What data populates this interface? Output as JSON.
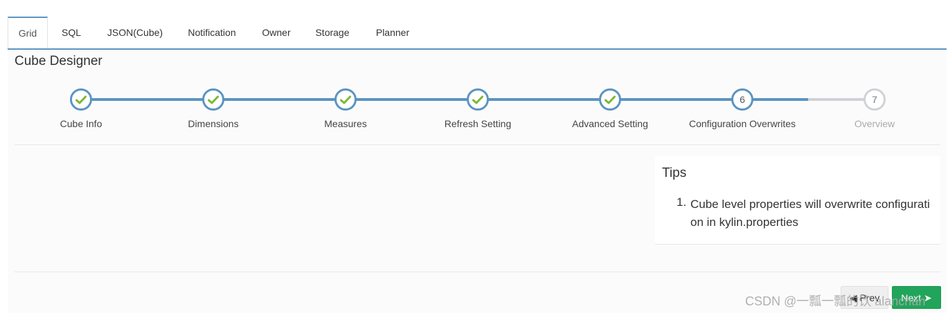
{
  "tabs": [
    {
      "label": "Grid",
      "active": true
    },
    {
      "label": "SQL"
    },
    {
      "label": "JSON(Cube)"
    },
    {
      "label": "Notification"
    },
    {
      "label": "Owner"
    },
    {
      "label": "Storage"
    },
    {
      "label": "Planner"
    }
  ],
  "designer": {
    "title": "Cube Designer"
  },
  "steps": [
    {
      "label": "Cube Info",
      "status": "done",
      "icon": "check-icon"
    },
    {
      "label": "Dimensions",
      "status": "done",
      "icon": "check-icon"
    },
    {
      "label": "Measures",
      "status": "done",
      "icon": "check-icon"
    },
    {
      "label": "Refresh Setting",
      "status": "done",
      "icon": "check-icon"
    },
    {
      "label": "Advanced Setting",
      "status": "done",
      "icon": "check-icon"
    },
    {
      "label": "Configuration Overwrites",
      "status": "current",
      "number": "6"
    },
    {
      "label": "Overview",
      "status": "pending",
      "number": "7"
    }
  ],
  "tips": {
    "title": "Tips",
    "items": [
      {
        "number": "1.",
        "text": "Cube level properties will overwrite configuration in kylin.properties"
      }
    ]
  },
  "buttons": {
    "prev_label": "Prev",
    "next_label": "Next"
  },
  "colors": {
    "accent": "#5b94c2",
    "check": "#7cb82f",
    "next_bg": "#20a55a",
    "pending": "#cfd2d6"
  },
  "watermark": "CSDN @一瓢一瓢的饮 alanchan"
}
